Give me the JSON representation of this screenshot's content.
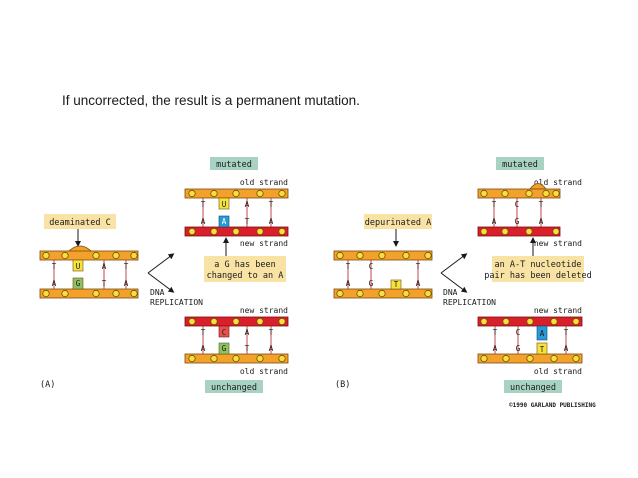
{
  "slide": {
    "title": "If uncorrected, the result is a permanent mutation."
  },
  "panel_a": {
    "label": "(A)",
    "lesion_label": "deaminated C",
    "process_label_1": "DNA",
    "process_label_2": "REPLICATION",
    "mutated_badge": "mutated",
    "unchanged_badge": "unchanged",
    "old_strand_top": "old strand",
    "new_strand_top": "new strand",
    "new_strand_bottom": "new strand",
    "old_strand_bottom": "old strand",
    "note_line_1": "a G has been",
    "note_line_2": "changed to an A",
    "start_top_bases": [
      "T",
      "U",
      "A",
      "T"
    ],
    "start_bottom_bases": [
      "A",
      "G",
      "T",
      "A"
    ],
    "mut_top_bases": [
      "T",
      "U",
      "A",
      "T"
    ],
    "mut_bottom_bases": [
      "A",
      "A",
      "T",
      "A"
    ],
    "unch_top_bases": [
      "T",
      "C",
      "A",
      "T"
    ],
    "unch_bottom_bases": [
      "A",
      "G",
      "T",
      "A"
    ]
  },
  "panel_b": {
    "label": "(B)",
    "lesion_label": "depurinated A",
    "process_label_1": "DNA",
    "process_label_2": "REPLICATION",
    "mutated_badge": "mutated",
    "unchanged_badge": "unchanged",
    "old_strand_top": "old strand",
    "new_strand_top": "new strand",
    "new_strand_bottom": "new strand",
    "old_strand_bottom": "old strand",
    "note_line_1": "an A-T nucleotide",
    "note_line_2": "pair has been deleted",
    "start_top_bases": [
      "T",
      "C",
      "T"
    ],
    "start_bottom_bases": [
      "A",
      "G",
      "T",
      "A"
    ],
    "mut_top_bases": [
      "T",
      "C",
      "T"
    ],
    "mut_bottom_bases": [
      "A",
      "G",
      "A"
    ],
    "unch_top_bases": [
      "T",
      "C",
      "A",
      "T"
    ],
    "unch_bottom_bases": [
      "A",
      "G",
      "T",
      "A"
    ]
  },
  "credit": "©1990 GARLAND PUBLISHING",
  "colors": {
    "backbone_orange": "#f2a22a",
    "backbone_red": "#d81f2a",
    "phosphate_yellow": "#f6e13a",
    "label_box": "#f8e3a4",
    "badge_green": "#a8d3c2",
    "base_green": "#8fc163",
    "base_yellow": "#f5e23b",
    "base_blue": "#2a9ad7",
    "base_red": "#e8504e"
  }
}
